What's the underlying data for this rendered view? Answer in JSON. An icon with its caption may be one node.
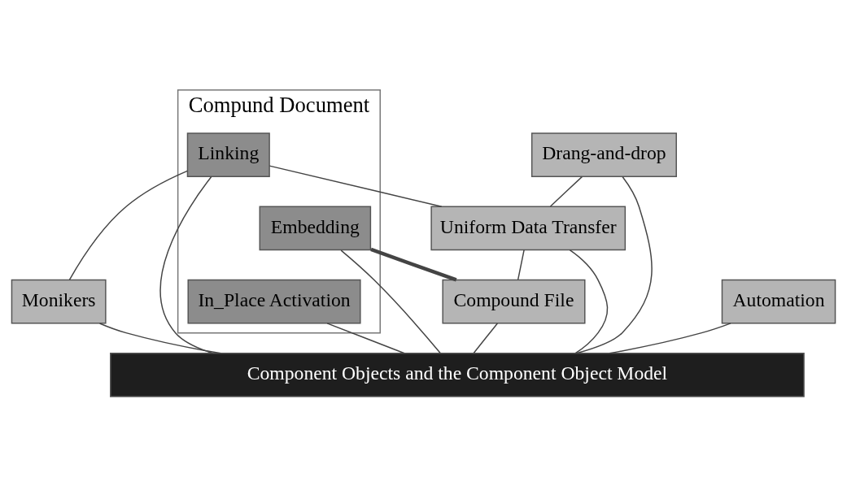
{
  "diagram": {
    "nodes": [
      {
        "text": [
          "Compund Document"
        ]
      },
      {
        "text": [
          "In_Place Activation"
        ],
        "in": 0
      },
      {
        "text": [
          "Linking"
        ],
        "in": 0
      },
      {
        "text": [
          "Embedding"
        ],
        "in": 0
      },
      {
        "text": [
          "Drang-and-drop"
        ]
      },
      {
        "text": [
          "Uniform Data Transfer"
        ]
      },
      {
        "text": [
          "Compound File"
        ]
      },
      {
        "text": [
          "Monikers"
        ]
      },
      {
        "text": [
          "Automation"
        ]
      },
      {
        "text": [
          "Component Objects and the Component Object Model"
        ]
      }
    ],
    "edges": [
      {
        "from": 1,
        "to": 9,
        "arrow": "none"
      },
      {
        "from": 2,
        "to": 5,
        "arrow": "none"
      },
      {
        "from": 2,
        "to": 7,
        "arrow": "none"
      },
      {
        "from": 2,
        "to": 9,
        "arrow": "none"
      },
      {
        "from": 3,
        "to": 9,
        "arrow": "none"
      },
      {
        "from": 3,
        "to": 6,
        "arrow": "none",
        "style": "thick"
      },
      {
        "from": 4,
        "to": 9,
        "arrow": "none"
      },
      {
        "from": 4,
        "to": 5,
        "arrow": "none"
      },
      {
        "from": 5,
        "to": 9,
        "arrow": "none"
      },
      {
        "from": 5,
        "to": 6,
        "arrow": "none"
      },
      {
        "from": 6,
        "to": 9,
        "arrow": "none"
      },
      {
        "from": 7,
        "to": 9,
        "arrow": "none"
      },
      {
        "from": 8,
        "to": 9,
        "arrow": "none"
      }
    ]
  }
}
